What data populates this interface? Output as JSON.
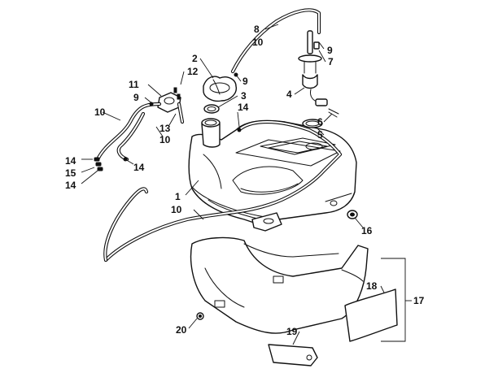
{
  "callouts": {
    "c1": "1",
    "c2": "2",
    "c3": "3",
    "c4": "4",
    "c5": "5",
    "c6": "6",
    "c7": "7",
    "c8": "8",
    "c9a": "9",
    "c9b": "9",
    "c9c": "9",
    "c10a": "10",
    "c10b": "10",
    "c10c": "10",
    "c10d": "10",
    "c11": "11",
    "c12": "12",
    "c13": "13",
    "c14a": "14",
    "c14b": "14",
    "c14c": "14",
    "c14d": "14",
    "c15": "15",
    "c16": "16",
    "c17": "17",
    "c18": "18",
    "c19": "19",
    "c20": "20"
  },
  "colors": {
    "line": "#111111",
    "background": "#ffffff"
  }
}
